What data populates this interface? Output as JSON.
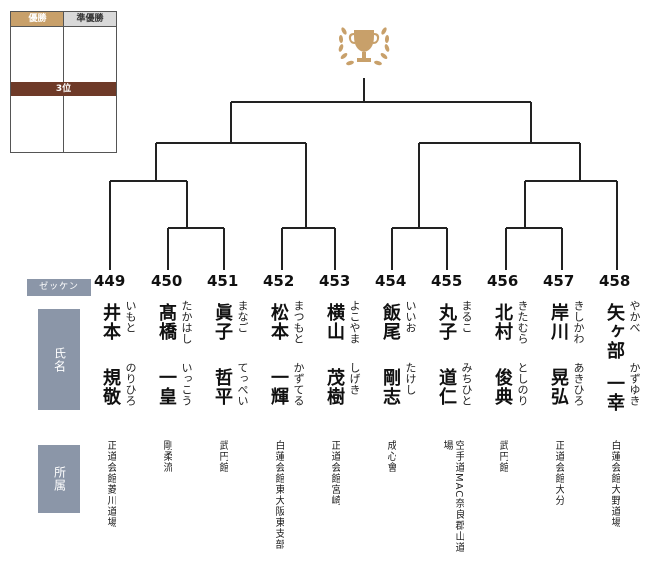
{
  "results": {
    "champion_label": "優勝",
    "runner_up_label": "準優勝",
    "third_label": "3位"
  },
  "labels": {
    "zekken": "ゼッケン",
    "name": "氏名",
    "affiliation": "所属"
  },
  "colors": {
    "trophy": "#c8a06a",
    "champion_header": "#c8a06a",
    "third_header": "#6e3a28",
    "tab": "#8b96a8"
  },
  "icons": {
    "trophy": "trophy-with-laurel-icon"
  },
  "players": [
    {
      "number": "449",
      "surname": "井本",
      "surname_kana": "いもと",
      "given": "規敬",
      "given_kana": "のりひろ",
      "affiliation": "正道会館菱川道場"
    },
    {
      "number": "450",
      "surname": "髙橋",
      "surname_kana": "たかはし",
      "given": "一皇",
      "given_kana": "いっこう",
      "affiliation": "剛柔流"
    },
    {
      "number": "451",
      "surname": "眞子",
      "surname_kana": "まなご",
      "given": "哲平",
      "given_kana": "てっぺい",
      "affiliation": "武円館"
    },
    {
      "number": "452",
      "surname": "松本",
      "surname_kana": "まつもと",
      "given": "一輝",
      "given_kana": "かずてる",
      "affiliation": "白蓮会館東大阪東支部"
    },
    {
      "number": "453",
      "surname": "横山",
      "surname_kana": "よこやま",
      "given": "茂樹",
      "given_kana": "しげき",
      "affiliation": "正道会館宮崎"
    },
    {
      "number": "454",
      "surname": "飯尾",
      "surname_kana": "いいお",
      "given": "剛志",
      "given_kana": "たけし",
      "affiliation": "成心會"
    },
    {
      "number": "455",
      "surname": "丸子",
      "surname_kana": "まるこ",
      "given": "道仁",
      "given_kana": "みちひと",
      "affiliation": "空手道MAC奈良郡山道場"
    },
    {
      "number": "456",
      "surname": "北村",
      "surname_kana": "きたむら",
      "given": "俊典",
      "given_kana": "としのり",
      "affiliation": "武円館"
    },
    {
      "number": "457",
      "surname": "岸川",
      "surname_kana": "きしかわ",
      "given": "晃弘",
      "given_kana": "あきひろ",
      "affiliation": "正道会館大分"
    },
    {
      "number": "458",
      "surname": "矢ヶ部",
      "surname_kana": "やかべ",
      "given": "一幸",
      "given_kana": "かずゆき",
      "affiliation": "白蓮会館大野道場"
    }
  ]
}
